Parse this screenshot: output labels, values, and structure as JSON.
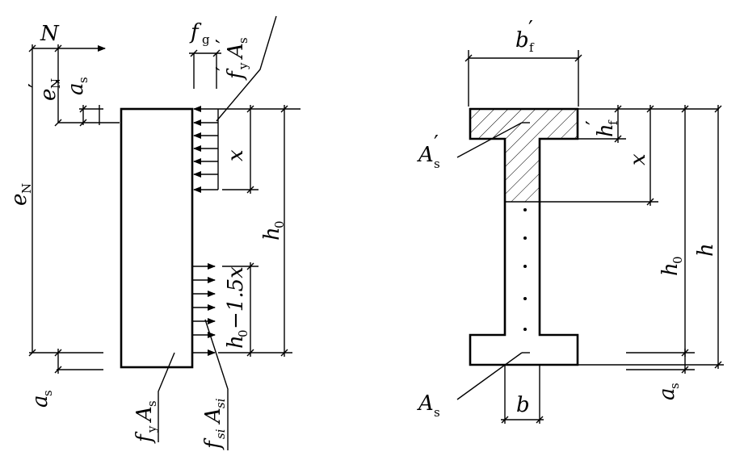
{
  "left_diagram": {
    "N": "N",
    "eN": {
      "main": "e",
      "sub": "N"
    },
    "eN_prime": {
      "main": "e",
      "prime": "′",
      "sub": "N"
    },
    "as_prime": {
      "main": "a",
      "prime": "′",
      "sub": "s"
    },
    "as": {
      "main": "a",
      "sub": "s"
    },
    "fg": {
      "main": "f",
      "sub": "g"
    },
    "fyAs_prime": {
      "f": "f",
      "prime1": "′",
      "fsub": "y",
      "A": "A",
      "prime2": "′",
      "Asub": "s"
    },
    "x": "x",
    "h0": {
      "main": "h",
      "sub": "0"
    },
    "h0_15x": {
      "main": "h",
      "sub": "0",
      "rest": "−1.5x"
    },
    "fyAs": {
      "f": "f",
      "fsub": "y",
      "A": "A",
      "Asub": "s"
    },
    "fsiAsi": {
      "f": "f",
      "fsub": "si",
      "A": "A",
      "Asub": "si"
    }
  },
  "right_diagram": {
    "bf_prime": {
      "main": "b",
      "prime": "′",
      "sub": "f"
    },
    "hf_prime": {
      "main": "h",
      "prime": "′",
      "sub": "f"
    },
    "x": "x",
    "As_prime": {
      "main": "A",
      "prime": "′",
      "sub": "s"
    },
    "h0": {
      "main": "h",
      "sub": "0"
    },
    "h": "h",
    "As": {
      "main": "A",
      "sub": "s"
    },
    "b": "b",
    "as": {
      "main": "a",
      "sub": "s"
    }
  }
}
